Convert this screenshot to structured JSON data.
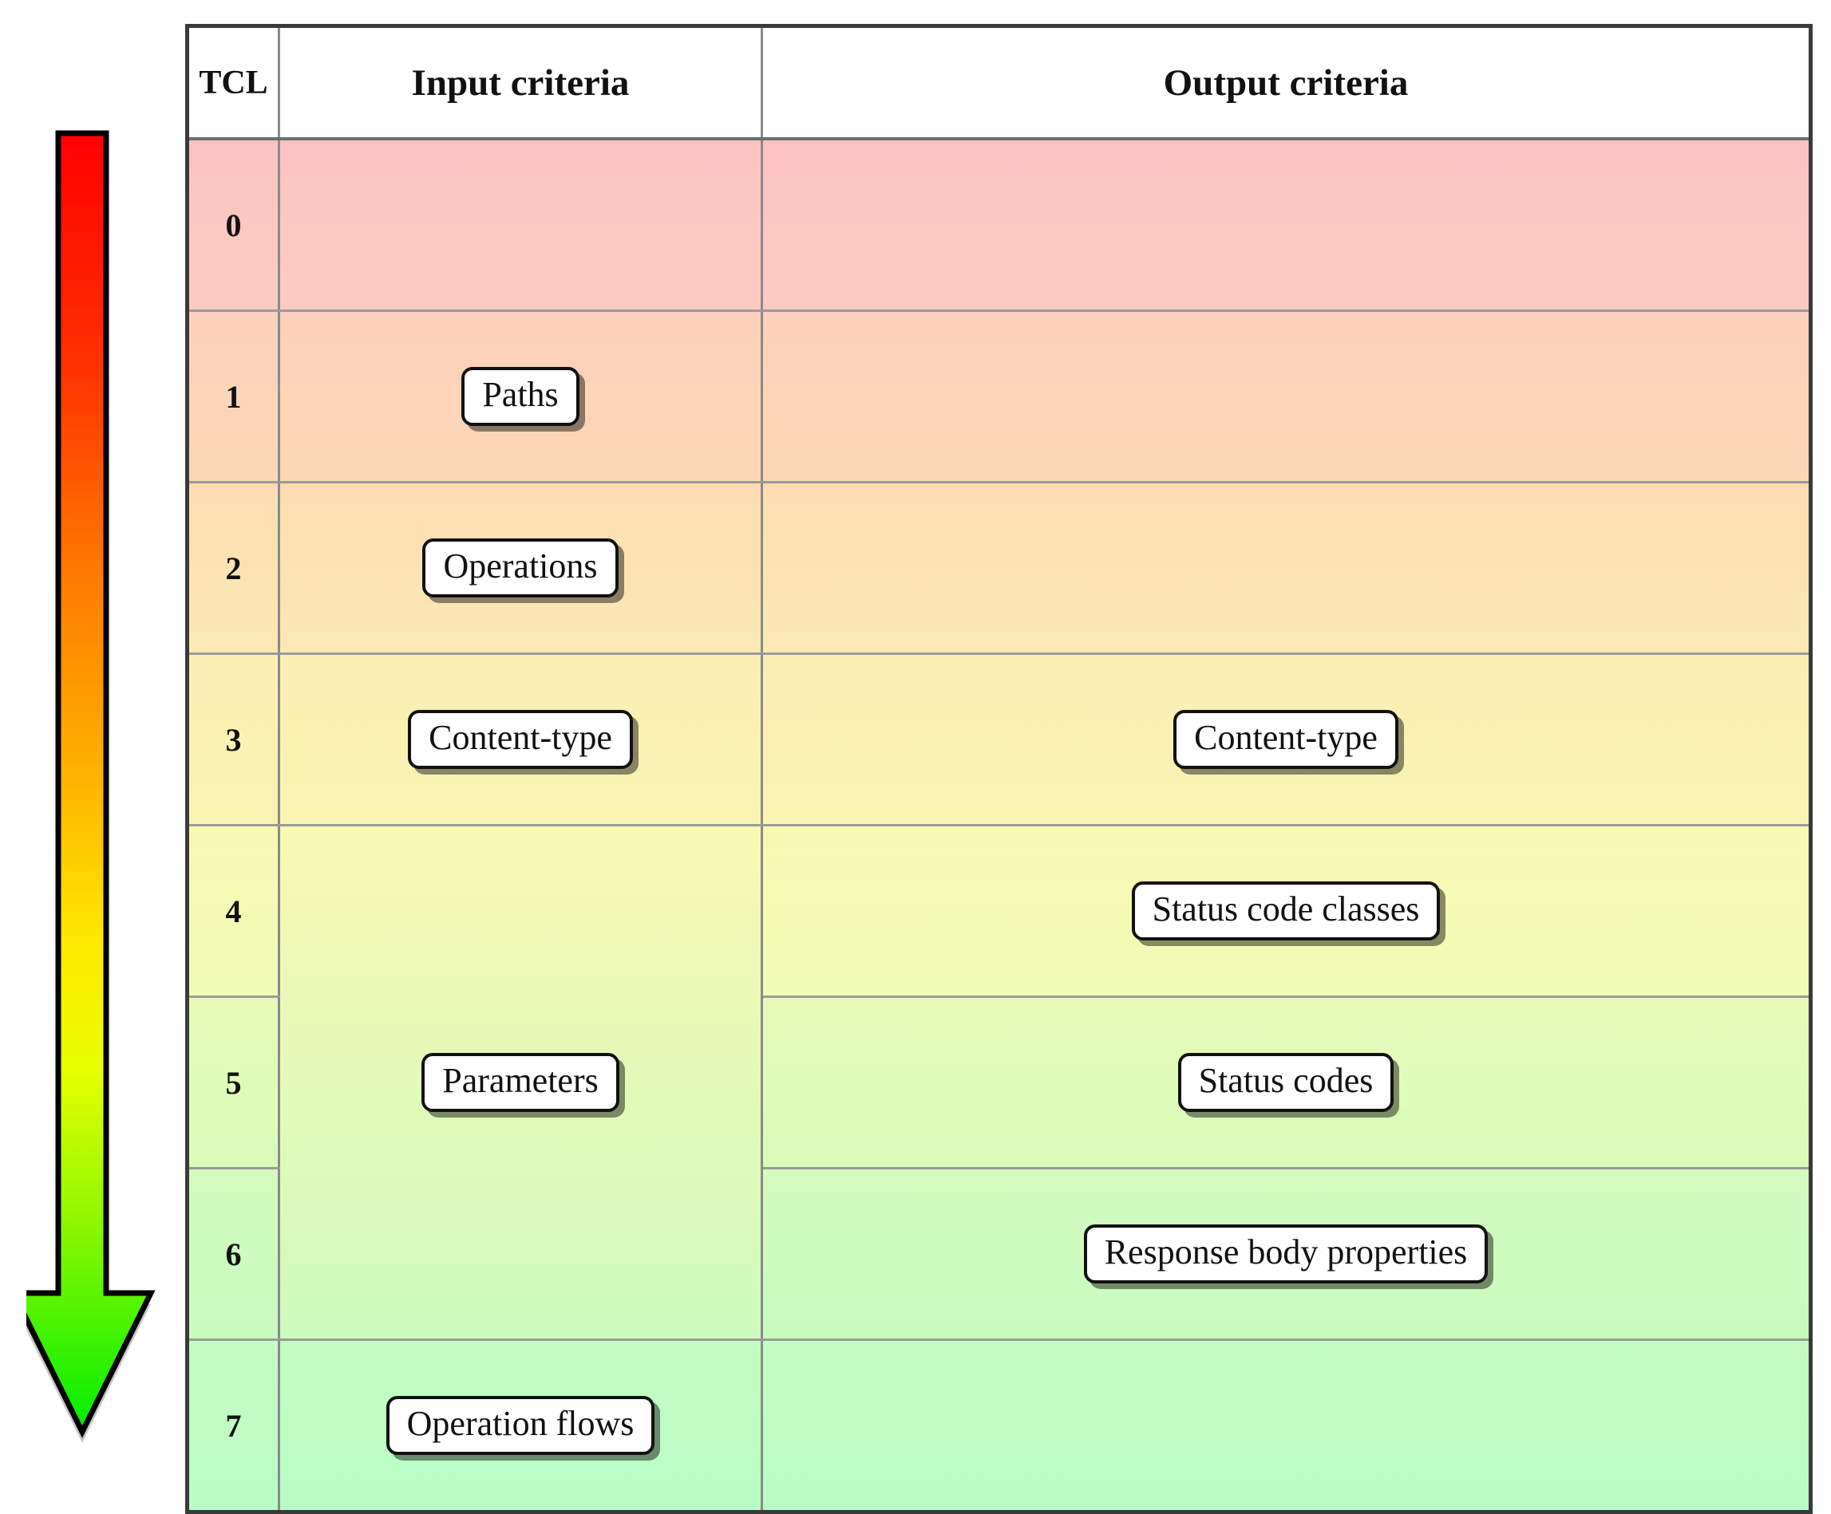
{
  "figure": {
    "kind": "test-coverage-level-table",
    "arrow": {
      "name": "severity-gradient-arrow",
      "direction": "down",
      "gradient_top_color": "#ff0000",
      "gradient_mid_color": "#ffd400",
      "gradient_bottom_color": "#00ef00",
      "outline_color": "#000000"
    }
  },
  "table": {
    "headers": {
      "tcl": "TCL",
      "input": "Input criteria",
      "output": "Output criteria"
    },
    "row_colors": [
      "#fbc3c0",
      "#fcd0ba",
      "#fcddb2",
      "#fbeeb3",
      "#f9f8b2",
      "#e7fbb8",
      "#d3fbbd",
      "#c4fcc2"
    ],
    "rows": [
      {
        "tcl": "0",
        "input": "",
        "output": ""
      },
      {
        "tcl": "1",
        "input": "Paths",
        "output": ""
      },
      {
        "tcl": "2",
        "input": "Operations",
        "output": ""
      },
      {
        "tcl": "3",
        "input": "Content-type",
        "output": "Content-type"
      },
      {
        "tcl": "4",
        "input": "",
        "output": "Status code classes"
      },
      {
        "tcl": "5",
        "input": "Parameters",
        "output": "Status codes"
      },
      {
        "tcl": "6",
        "input": "",
        "output": "Response body properties"
      },
      {
        "tcl": "7",
        "input": "Operation flows",
        "output": ""
      }
    ],
    "merged_input_cell": {
      "label": "Parameters",
      "spans_tcl": [
        "4",
        "5",
        "6"
      ]
    }
  }
}
